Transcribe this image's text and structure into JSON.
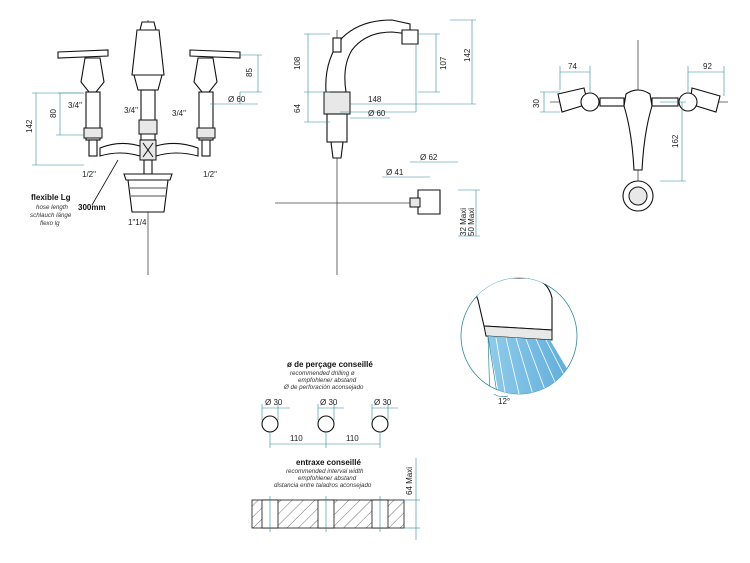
{
  "front": {
    "flexible_title": "flexible Lg",
    "flexible_lines": [
      "hose length",
      "schlauch länge",
      "flexo lg"
    ],
    "hose_length": "300mm",
    "thread_3_4": "3/4\"",
    "thread_1_2": "1/2\"",
    "thread_waste": "1\"1/4",
    "dim_85": "85",
    "dim_60": "Ø 60",
    "dim_80": "80",
    "dim_142": "142"
  },
  "side": {
    "dim_108": "108",
    "dim_64": "64",
    "dim_107": "107",
    "dim_142": "142",
    "dim_148": "148",
    "dim_60": "Ø 60",
    "dim_62": "Ø 62",
    "dim_41": "Ø 41",
    "dim_32_50": "32 Maxi",
    "dim_50": "50 Maxi"
  },
  "top": {
    "dim_74": "74",
    "dim_92": "92",
    "dim_30": "30",
    "dim_162": "162"
  },
  "spray": {
    "angle": "12°"
  },
  "drilling": {
    "title": "ø de perçage conseillé",
    "lines": [
      "recommended drilling ø",
      "empfohlener abstand",
      "Ø de perforación aconsejado"
    ],
    "hole_dia": "Ø 30",
    "spacing": "110"
  },
  "interval": {
    "title": "entraxe conseillé",
    "lines": [
      "recommended interval width",
      "empfohlener abstand",
      "distancia entre taladros aconsejado"
    ],
    "max_thickness": "64 Maxi"
  }
}
